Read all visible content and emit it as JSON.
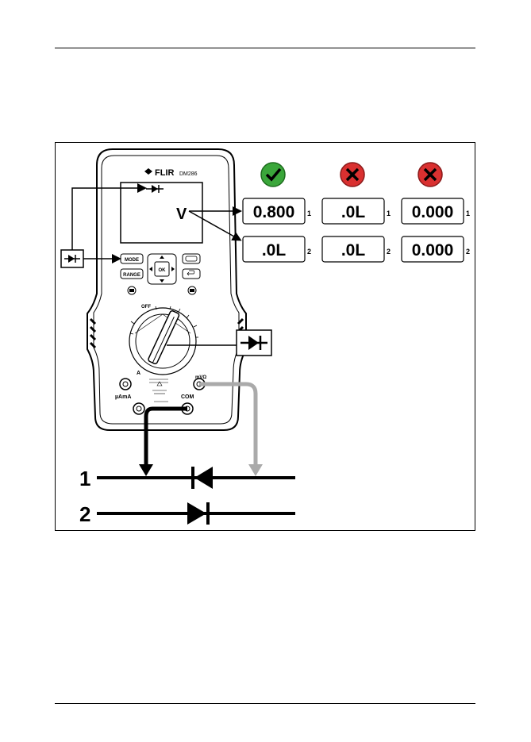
{
  "meter": {
    "brand": "FLIR",
    "model": "DM286",
    "display_unit": "V",
    "buttons": {
      "mode": "MODE",
      "range": "RANGE",
      "ok": "OK"
    },
    "dial_off": "OFF",
    "terminals": {
      "a": "A",
      "uama": "µAmA",
      "com": "COM",
      "v": "mVΩ"
    }
  },
  "readings": [
    {
      "status": "pass",
      "icon": "check-icon",
      "color": "#3aa63a",
      "row1": "0.800",
      "row2": ".0L"
    },
    {
      "status": "fail",
      "icon": "x-icon",
      "color": "#d93030",
      "row1": ".0L",
      "row2": ".0L"
    },
    {
      "status": "fail",
      "icon": "x-icon",
      "color": "#d93030",
      "row1": "0.000",
      "row2": "0.000"
    }
  ],
  "row_markers": {
    "r1": "1",
    "r2": "2"
  },
  "diagram_labels": {
    "line1": "1",
    "line2": "2"
  }
}
